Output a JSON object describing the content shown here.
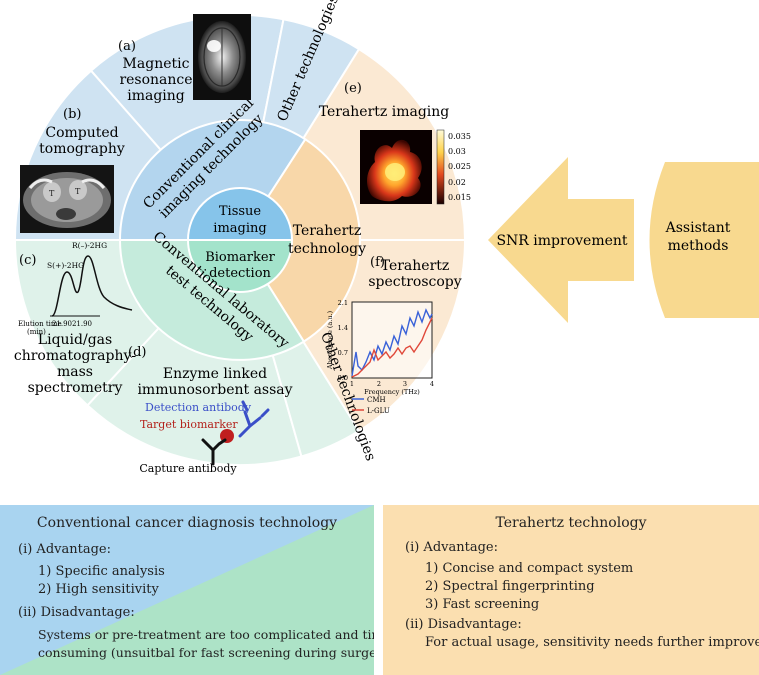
{
  "segments": {
    "a_label": "(a)",
    "a_title": [
      "Magnetic",
      "resonance",
      "imaging"
    ],
    "b_label": "(b)",
    "b_title": [
      "Computed",
      "tomography"
    ],
    "c_label": "(c)",
    "c_peak_s": "S(+)-2HG",
    "c_peak_r": "R(–)-2HG",
    "c_axis_label": [
      "Elution time",
      "(min)"
    ],
    "c_ticks": [
      "21.90",
      "21.90"
    ],
    "c_title": [
      "Liquid/gas",
      "chromatography-",
      "mass",
      "spectrometry"
    ],
    "d_label": "(d)",
    "d_title": [
      "Enzyme linked",
      "immunosorbent assay"
    ],
    "d_detection": "Detection antibody",
    "d_target": "Target biomarker",
    "d_capture": "Capture antibody",
    "e_label": "(e)",
    "e_title": "Terahertz imaging",
    "e_colorbar": [
      "0.035",
      "0.03",
      "0.025",
      "0.02",
      "0.015"
    ],
    "f_label": "(f)",
    "f_title": [
      "Terahertz",
      "spectroscopy"
    ],
    "other_top": "Other technologies",
    "other_bottom": "Other technologies"
  },
  "rings": {
    "clinical_imaging": [
      "Conventional clinical",
      "imaging technology"
    ],
    "lab_test": [
      "Conventional laboratory",
      "test technology"
    ],
    "terahertz": [
      "Terahertz",
      "technology"
    ],
    "tissue": [
      "Tissue",
      "imaging"
    ],
    "biomarker": [
      "Biomarker",
      "detection"
    ]
  },
  "arrows": {
    "snr": "SNR improvement",
    "assistant": [
      "Assistant",
      "methods"
    ]
  },
  "spectrum": {
    "ylabel": "Absorbance (a.u.)",
    "xlabel": "Frequency (THz)",
    "y_ticks": [
      "2.1",
      "1.4",
      "0.7",
      "0.0"
    ],
    "x_ticks": [
      "1",
      "2",
      "3",
      "4"
    ],
    "legend": [
      "CMH",
      "L-GLU"
    ],
    "colors": [
      "#3a62d8",
      "#e0483a"
    ]
  },
  "conventional_panel": {
    "title": "Conventional cancer diagnosis technology",
    "advantage_heading": "(i) Advantage:",
    "advantages": [
      "1) Specific analysis",
      "2) High sensitivity"
    ],
    "disadvantage_heading": "(ii) Disadvantage:",
    "disadvantage_lines": [
      "Systems or pre-treatment are too complicated and time",
      "consuming (unsuitbal for fast screening during surgery)"
    ]
  },
  "terahertz_panel": {
    "title": "Terahertz technology",
    "advantage_heading": "(i) Advantage:",
    "advantages": [
      "1) Concise and compact system",
      "2) Spectral fingerprinting",
      "3) Fast screening"
    ],
    "disadvantage_heading": "(ii) Disadvantage:",
    "disadvantage_lines": [
      "For actual usage, sensitivity needs further improvement"
    ]
  },
  "colors": {
    "blue_light": "#cfe3f2",
    "blue_mid": "#b3d5ee",
    "blue_inner": "#86c4ea",
    "green_light": "#dff2ea",
    "green_mid": "#c5ebdc",
    "green_inner": "#a3e3cb",
    "orange_light": "#fbe9d3",
    "orange_mid": "#f8d7a9",
    "arrow": "#f8d98f"
  }
}
